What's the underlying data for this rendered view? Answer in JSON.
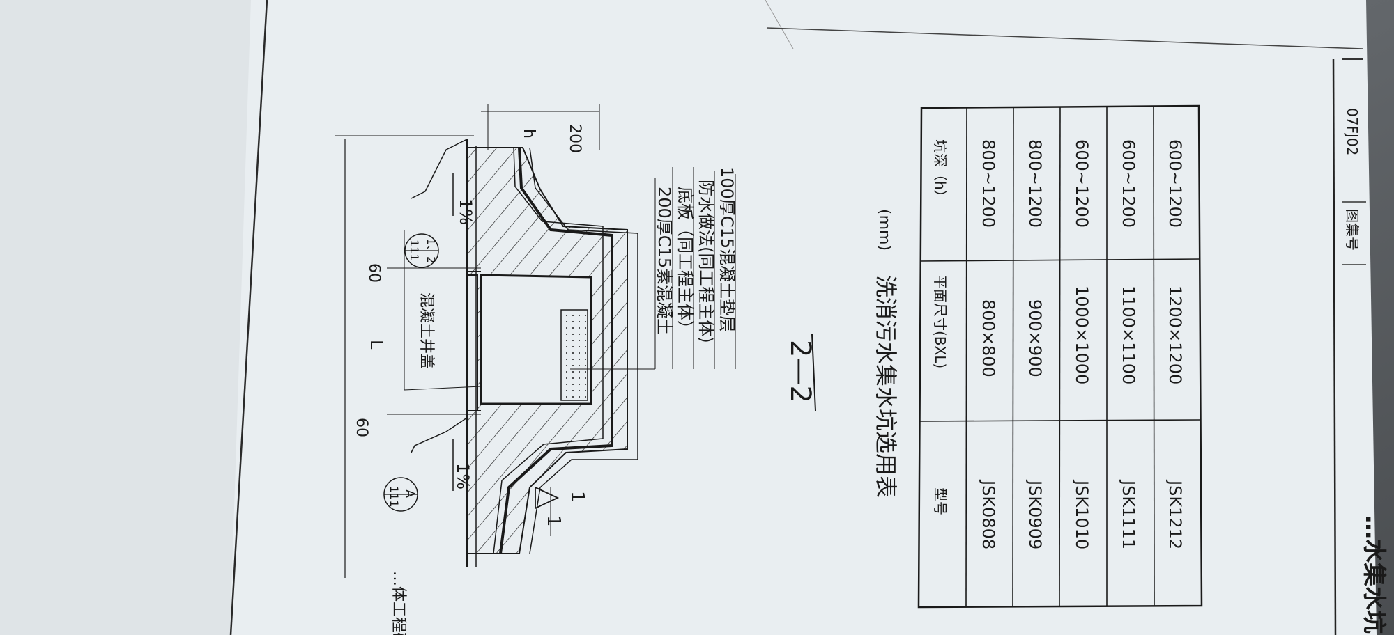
{
  "drawing": {
    "sheet_title": "…水集水坑",
    "atlas_label": "图集号",
    "atlas_number": "07FJ02",
    "section_name": "2—2",
    "dimensions": {
      "slope_top": "1%",
      "slope_bottom": "1%",
      "d60_top": "60",
      "d60_bottom": "60",
      "span": "L",
      "h": "h",
      "d200": "200"
    },
    "labels": {
      "cover": "混凝土井盖",
      "ref_a_top": "A",
      "ref_a_bottom": "111",
      "ref_12_top": "1、2",
      "ref_12_bottom": "111",
      "note_edge": "…体工程确定",
      "section_mark": "1"
    },
    "layers": [
      "200厚C15素混凝土",
      "底板（同工程主体）",
      "防水做法(同工程主体)",
      "100厚C15混凝土垫层"
    ]
  },
  "table": {
    "title": "洗消污水集水坑选用表",
    "unit": "(mm)",
    "headers": [
      "型号",
      "平面尺寸(BXL)",
      "坑深（h）"
    ],
    "rows": [
      [
        "JSK0808",
        "800×800",
        "800~1200"
      ],
      [
        "JSK0909",
        "900×900",
        "800~1200"
      ],
      [
        "JSK1010",
        "1000×1000",
        "600~1200"
      ],
      [
        "JSK1111",
        "1100×1100",
        "600~1200"
      ],
      [
        "JSK1212",
        "1200×1200",
        "600~1200"
      ]
    ]
  },
  "colors": {
    "paper": "#e9eef1",
    "ink": "#1a1a1a",
    "background": "#5f6265"
  }
}
